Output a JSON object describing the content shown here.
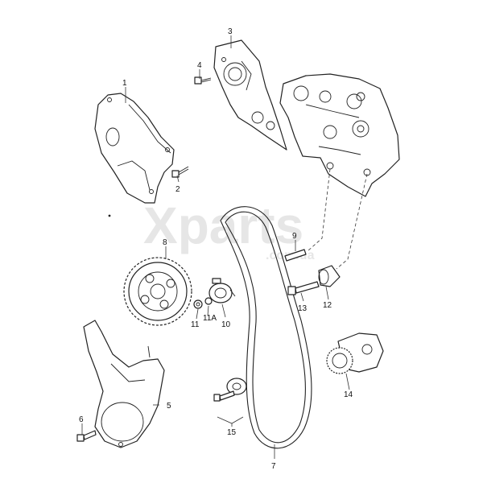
{
  "watermark": {
    "brand": "Xparts",
    "domain": ".com.ua"
  },
  "callouts": [
    {
      "id": "1",
      "label": "1"
    },
    {
      "id": "2",
      "label": "2"
    },
    {
      "id": "3",
      "label": "3"
    },
    {
      "id": "4",
      "label": "4"
    },
    {
      "id": "5",
      "label": "5"
    },
    {
      "id": "6",
      "label": "6"
    },
    {
      "id": "7",
      "label": "7"
    },
    {
      "id": "8",
      "label": "8"
    },
    {
      "id": "9",
      "label": "9"
    },
    {
      "id": "10",
      "label": "10"
    },
    {
      "id": "11",
      "label": "11"
    },
    {
      "id": "11A",
      "label": "11A"
    },
    {
      "id": "12",
      "label": "12"
    },
    {
      "id": "13",
      "label": "13"
    },
    {
      "id": "14",
      "label": "14"
    },
    {
      "id": "15",
      "label": "15"
    }
  ]
}
